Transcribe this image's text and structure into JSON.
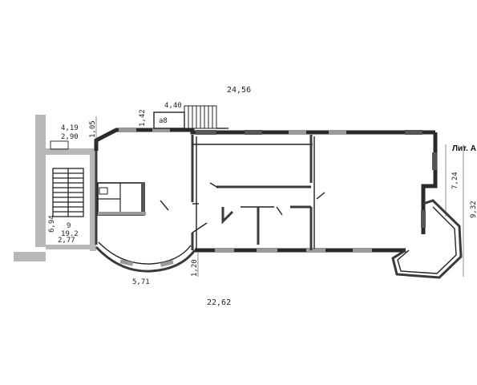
{
  "plan": {
    "label_lit": "Лит. А",
    "dims": {
      "total_top": "24,56",
      "total_bottom": "22,62",
      "d_1_42": "1,42",
      "d_4_40": "4,40",
      "d_4_19": "4,19",
      "d_2_90": "2,90",
      "d_1_05": "1,05",
      "d_6_94": "6,94",
      "d_2_77": "2,77",
      "d_5_71": "5,71",
      "d_1_20": "1,20",
      "d_7_24": "7,24",
      "d_9_32": "9,32"
    },
    "rooms": {
      "room_a8": "а8",
      "room_9_num": "9",
      "room_9_area": "19.2"
    },
    "colors": {
      "wall": "#3a3a3a",
      "window": "#9a9a9a",
      "stair": "#222222"
    }
  }
}
